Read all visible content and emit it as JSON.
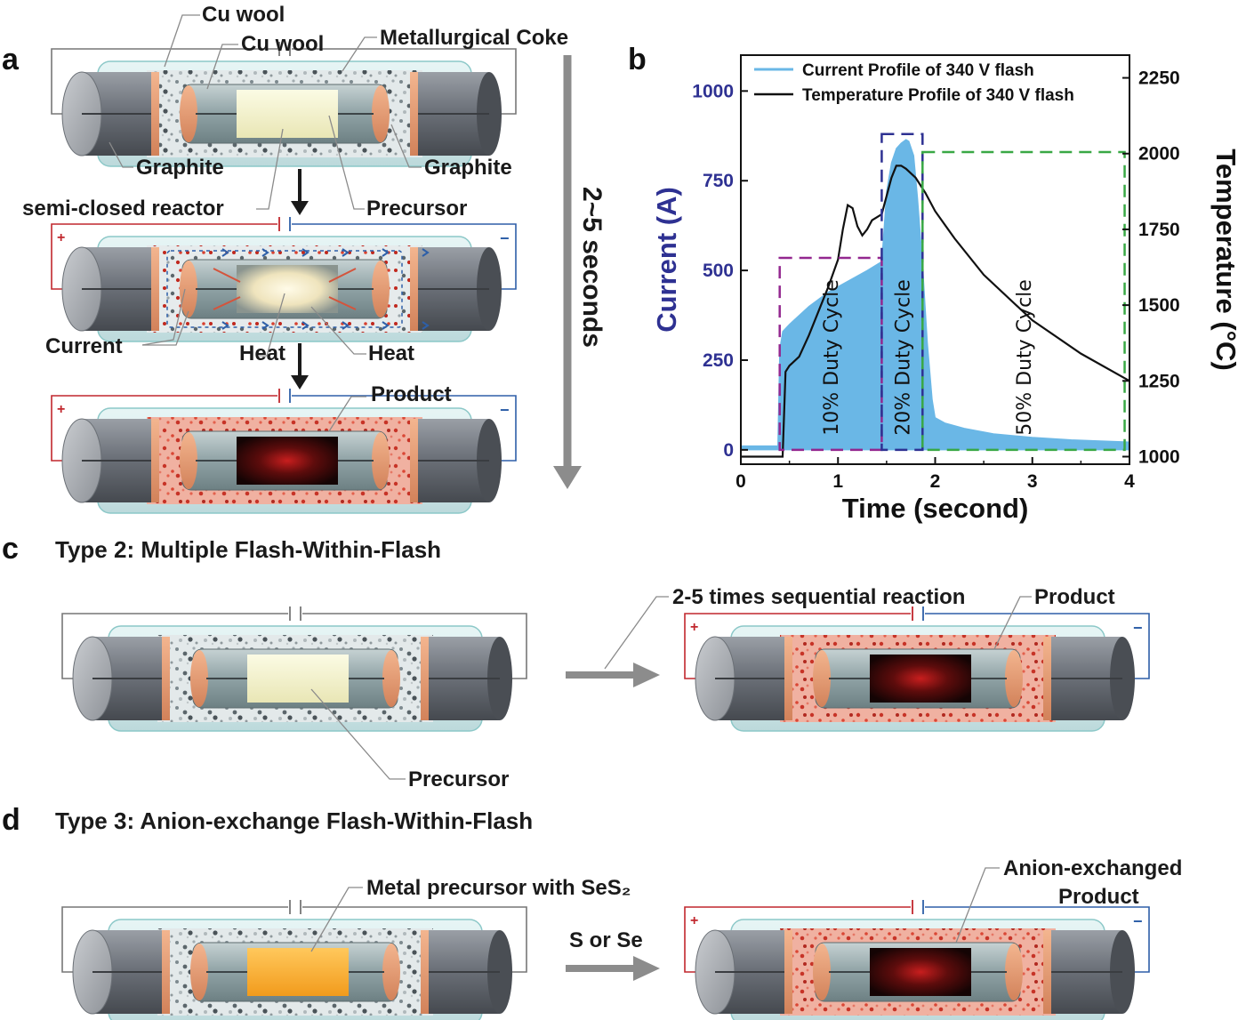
{
  "panels": {
    "a": "a",
    "b": "b",
    "c": "c",
    "d": "d"
  },
  "panel_a": {
    "cu_wool_1": "Cu wool",
    "cu_wool_2": "Cu wool",
    "coke": "Metallurgical Coke",
    "graphite_left": "Graphite",
    "graphite_right": "Graphite",
    "reactor": "semi-closed reactor",
    "precursor": "Precursor",
    "current": "Current",
    "heat_1": "Heat",
    "heat_2": "Heat",
    "product": "Product",
    "time_arrow": "2~5 seconds",
    "plus": "+",
    "minus": "−"
  },
  "panel_c": {
    "title": "Type 2: Multiple Flash-Within-Flash",
    "sequential": "2-5 times sequential reaction",
    "product": "Product",
    "precursor": "Precursor"
  },
  "panel_d": {
    "title": "Type 3: Anion-exchange Flash-Within-Flash",
    "metal_precursor": "Metal precursor with SeS₂",
    "reagent": "S or Se",
    "product_line1": "Anion-exchanged",
    "product_line2": "Product"
  },
  "colors": {
    "current": "#6ab7e6",
    "temperature": "#111111",
    "left_axis": "#2e3192",
    "box_10": "#93278f",
    "box_20": "#2e3192",
    "box_50": "#39a845",
    "pos": "#c1272d",
    "neg": "#2e5fa8"
  },
  "chart_data": {
    "type": "line",
    "xlabel": "Time (second)",
    "ylabel_left": "Current (A)",
    "ylabel_right": "Temperature (°C)",
    "xlim": [
      0,
      4
    ],
    "ylim_left": [
      -40,
      1100
    ],
    "ylim_right": [
      975,
      2325
    ],
    "x_ticks": [
      0,
      1,
      2,
      3,
      4
    ],
    "y_left_ticks": [
      0,
      250,
      500,
      750,
      1000
    ],
    "y_right_ticks": [
      1000,
      1250,
      1500,
      1750,
      2000,
      2250
    ],
    "legend": [
      "Current Profile of 340 V flash",
      "Temperature Profile of 340 V flash"
    ],
    "legend_position": "top",
    "series": [
      {
        "name": "Current Profile of 340 V flash",
        "axis": "left",
        "x": [
          0,
          0.38,
          0.4,
          0.43,
          0.5,
          0.7,
          0.9,
          1.1,
          1.3,
          1.45,
          1.5,
          1.55,
          1.6,
          1.65,
          1.7,
          1.73,
          1.78,
          1.82,
          1.87,
          1.92,
          1.97,
          2.0,
          2.1,
          2.3,
          2.6,
          3.0,
          3.4,
          4.0
        ],
        "values": [
          10,
          10,
          280,
          330,
          350,
          400,
          440,
          470,
          500,
          525,
          720,
          800,
          840,
          855,
          865,
          860,
          820,
          700,
          520,
          300,
          140,
          90,
          75,
          60,
          45,
          35,
          28,
          22
        ]
      },
      {
        "name": "Temperature Profile of 340 V flash",
        "axis": "right",
        "x": [
          0,
          0.43,
          0.46,
          0.5,
          0.6,
          0.7,
          0.8,
          0.9,
          1.0,
          1.05,
          1.1,
          1.15,
          1.2,
          1.25,
          1.3,
          1.35,
          1.4,
          1.45,
          1.5,
          1.55,
          1.6,
          1.65,
          1.7,
          1.8,
          1.9,
          2.0,
          2.2,
          2.5,
          3.0,
          3.5,
          4.0
        ],
        "values": [
          1000,
          1000,
          1280,
          1300,
          1330,
          1400,
          1480,
          1560,
          1650,
          1750,
          1830,
          1820,
          1760,
          1730,
          1750,
          1780,
          1790,
          1800,
          1860,
          1920,
          1960,
          1960,
          1950,
          1920,
          1870,
          1810,
          1720,
          1600,
          1450,
          1340,
          1250
        ]
      }
    ],
    "annotations": [
      {
        "text": "10% Duty Cycle",
        "x_range": [
          0.4,
          1.45
        ],
        "y_top": 535,
        "color": "#93278f"
      },
      {
        "text": "20% Duty Cycle",
        "x_range": [
          1.45,
          1.87
        ],
        "y_top": 880,
        "color": "#2e3192"
      },
      {
        "text": "50% Duty Cycle",
        "x_range": [
          1.87,
          3.95
        ],
        "y_top": 830,
        "color": "#39a845"
      }
    ]
  }
}
